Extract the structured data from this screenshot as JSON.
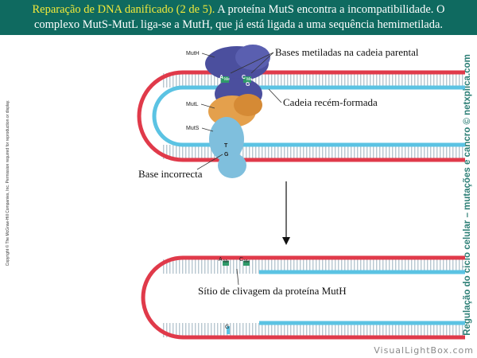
{
  "header": {
    "title_highlight": "Reparação de DNA danificado (2 de 5).",
    "title_rest_line1": " A proteína MutS encontra a incompatibilidade. O",
    "title_line2": "complexo MutS-MutL liga-se a MutH, que já está ligada a uma sequência hemimetilada."
  },
  "side": {
    "copyright": "Copyright © The McGraw-Hill Companies, Inc. Permission required for reproduction or display.",
    "vertical_title": "Regulação do ciclo celular – mutações e cancro © netxplica.com",
    "watermark": "VisualLightBox.com"
  },
  "diagram": {
    "label_bases_metiladas": "Bases metiladas na cadeia parental",
    "label_cadeia_recem": "Cadeia recém-formada",
    "label_base_incorrecta": "Base incorrecta",
    "label_sitio_clivagem": "Sítio de clivagem da proteína MutH",
    "protein_muth": "MutH",
    "protein_mutl": "MutL",
    "protein_muts": "MutS",
    "base_a": "A",
    "base_c": "C",
    "base_me": "Me",
    "base_t": "T",
    "base_g": "G",
    "colors": {
      "parental_strand": "#e03a4a",
      "new_strand": "#5bc3e3",
      "muth": "#4b4f9e",
      "mutl": "#e4a04c",
      "muts": "#7fbfdd",
      "arrow": "#111111"
    }
  }
}
